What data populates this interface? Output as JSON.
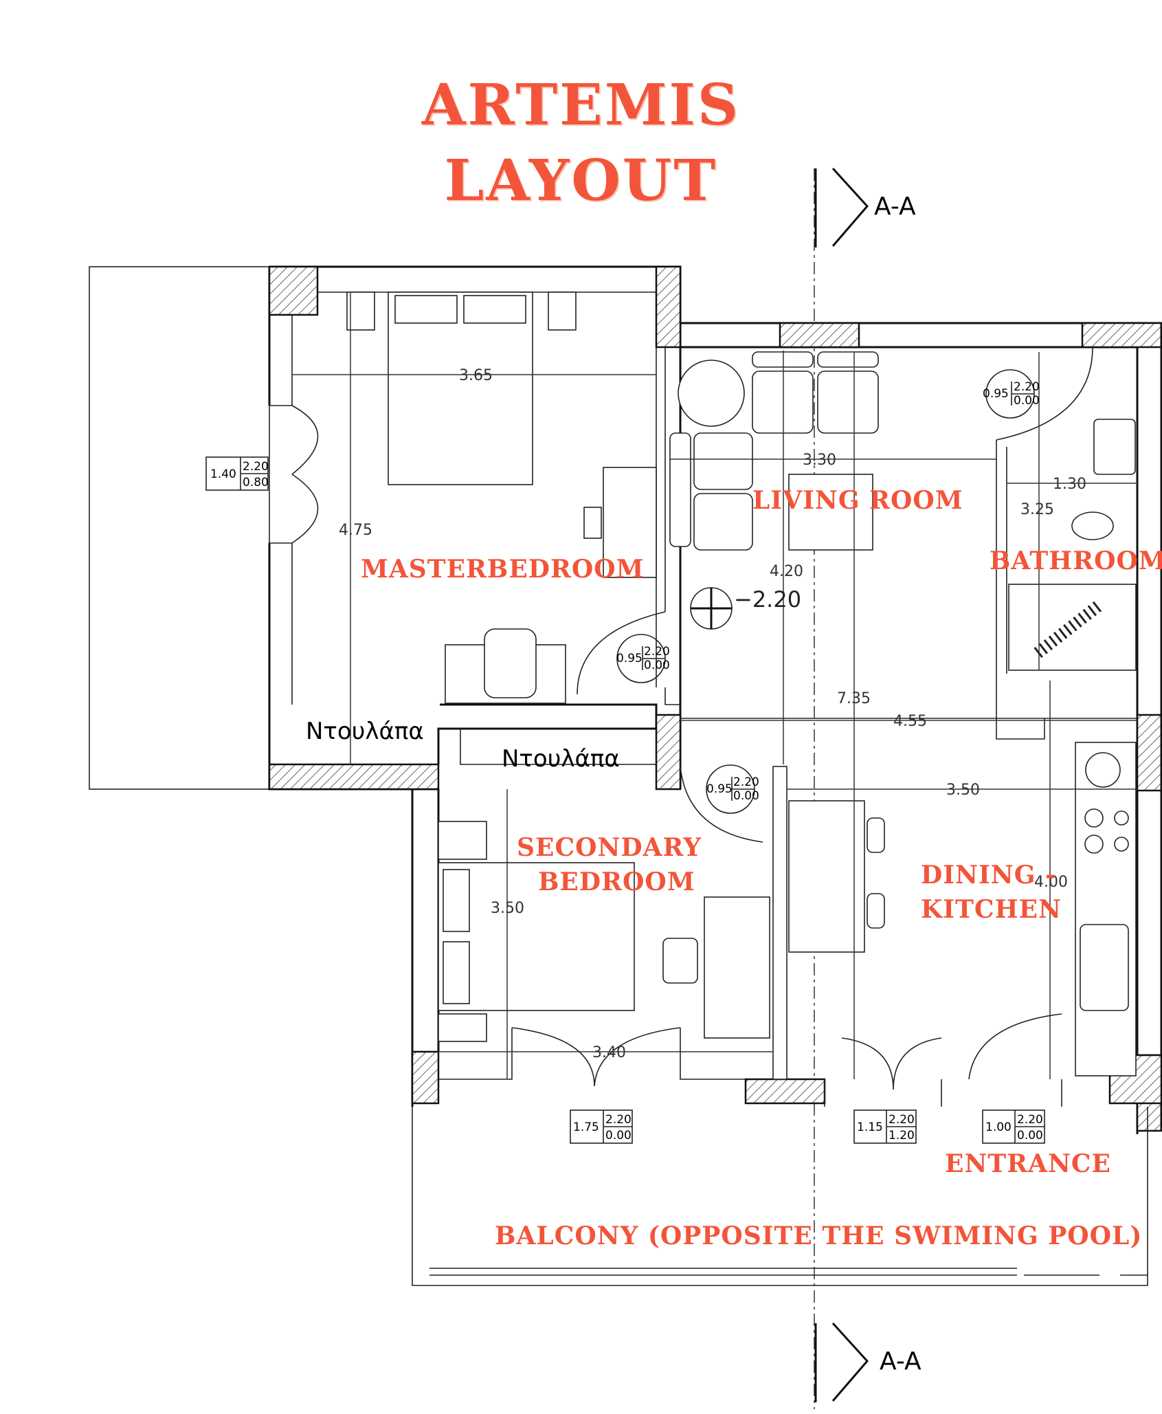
{
  "title": {
    "line1": "ARTEMIS",
    "line2": "LAYOUT"
  },
  "section_marks": {
    "top": "A-A",
    "bottom": "A-A"
  },
  "rooms": {
    "master": "MASTERBEDROOM",
    "living": "LIVING ROOM",
    "bathroom": "BATHROOM",
    "secondary_1": "SECONDARY",
    "secondary_2": "BEDROOM",
    "dining_1": "DINING -",
    "dining_2": "KITCHEN",
    "entrance": "ENTRANCE",
    "balcony": "BALCONY (OPPOSITE THE SWIMING POOL)"
  },
  "closets": {
    "master": "Ντουλάπα",
    "secondary": "Ντουλάπα"
  },
  "dimensions": {
    "master_width": "3.65",
    "master_height": "4.75",
    "living_width": "3.30",
    "living_height": "4.20",
    "bath_width": "1.30",
    "bath_height": "3.25",
    "overall_height": "7.35",
    "overall_width": "4.55",
    "dining_width": "3.50",
    "dining_height": "4.00",
    "secondary_height": "3.50",
    "secondary_width": "3.40",
    "level": "−2.20"
  },
  "openings": [
    {
      "w": "1.40",
      "h": "2.20",
      "s": "0.80"
    },
    {
      "w": "0.95",
      "h": "2.20",
      "s": "0.00"
    },
    {
      "w": "0.95",
      "h": "2.20",
      "s": "0.00"
    },
    {
      "w": "0.95",
      "h": "2.20",
      "s": "0.00"
    },
    {
      "w": "1.75",
      "h": "2.20",
      "s": "0.00"
    },
    {
      "w": "1.15",
      "h": "2.20",
      "s": "1.20"
    },
    {
      "w": "1.00",
      "h": "2.20",
      "s": "0.00"
    }
  ],
  "colors": {
    "label": "#f2553a",
    "line": "#111111"
  }
}
